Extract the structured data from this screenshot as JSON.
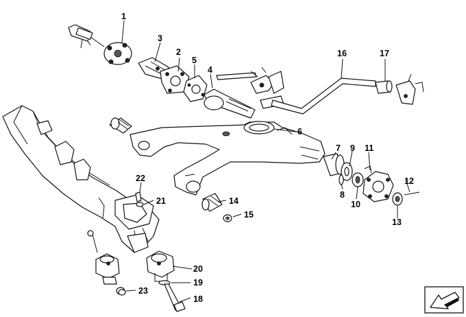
{
  "callouts": {
    "c1": "1",
    "c2": "2",
    "c3": "3",
    "c4": "4",
    "c5": "5",
    "c6": "6",
    "c7": "7",
    "c8": "8",
    "c9": "9",
    "c10": "10",
    "c11": "11",
    "c12": "12",
    "c13": "13",
    "c14": "14",
    "c15": "15",
    "c16": "16",
    "c17": "17",
    "c18": "18",
    "c19": "19",
    "c20": "20",
    "c21": "21",
    "c22": "22",
    "c23": "23"
  },
  "nav_icon": "arrow-nav-icon"
}
